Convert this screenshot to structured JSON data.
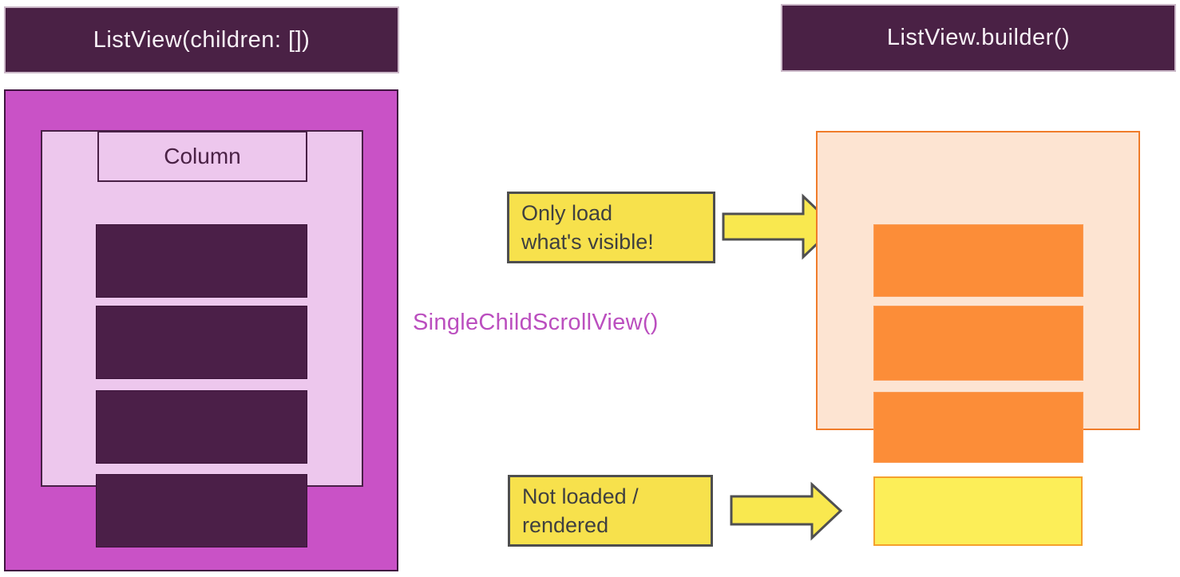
{
  "title_bars": {
    "left": "ListView(children: [])",
    "right": "ListView.builder()"
  },
  "left_diagram": {
    "column_label": "Column",
    "list_item_count": 4
  },
  "middle_label": "SingleChildScrollView()",
  "callouts": {
    "only_load": {
      "lines": [
        "Only load",
        "what's visible!"
      ]
    },
    "not_loaded": {
      "lines": [
        "Not loaded /",
        "rendered"
      ]
    }
  },
  "right_diagram": {
    "loaded_item_count": 3,
    "not_loaded_item_count": 1
  },
  "icons": {
    "arrow_only_load": "arrow-right-icon",
    "arrow_not_loaded": "arrow-right-icon"
  },
  "colors": {
    "header_bg": "#4a2145",
    "header_text": "#f7f1f6",
    "scrollview_magenta": "#c952c6",
    "column_pink": "#edc7ed",
    "dark_item_purple": "#4b1f48",
    "viewport_peach": "#fde4d2",
    "viewport_border_orange": "#f07c2a",
    "loaded_item_orange": "#fc8d38",
    "not_loaded_item_yellow": "#fcee58",
    "callout_yellow": "#f7e14c",
    "callout_border": "#4e4e4e",
    "callout_text": "#3f4040",
    "middle_label_text": "#bb4fbf"
  }
}
